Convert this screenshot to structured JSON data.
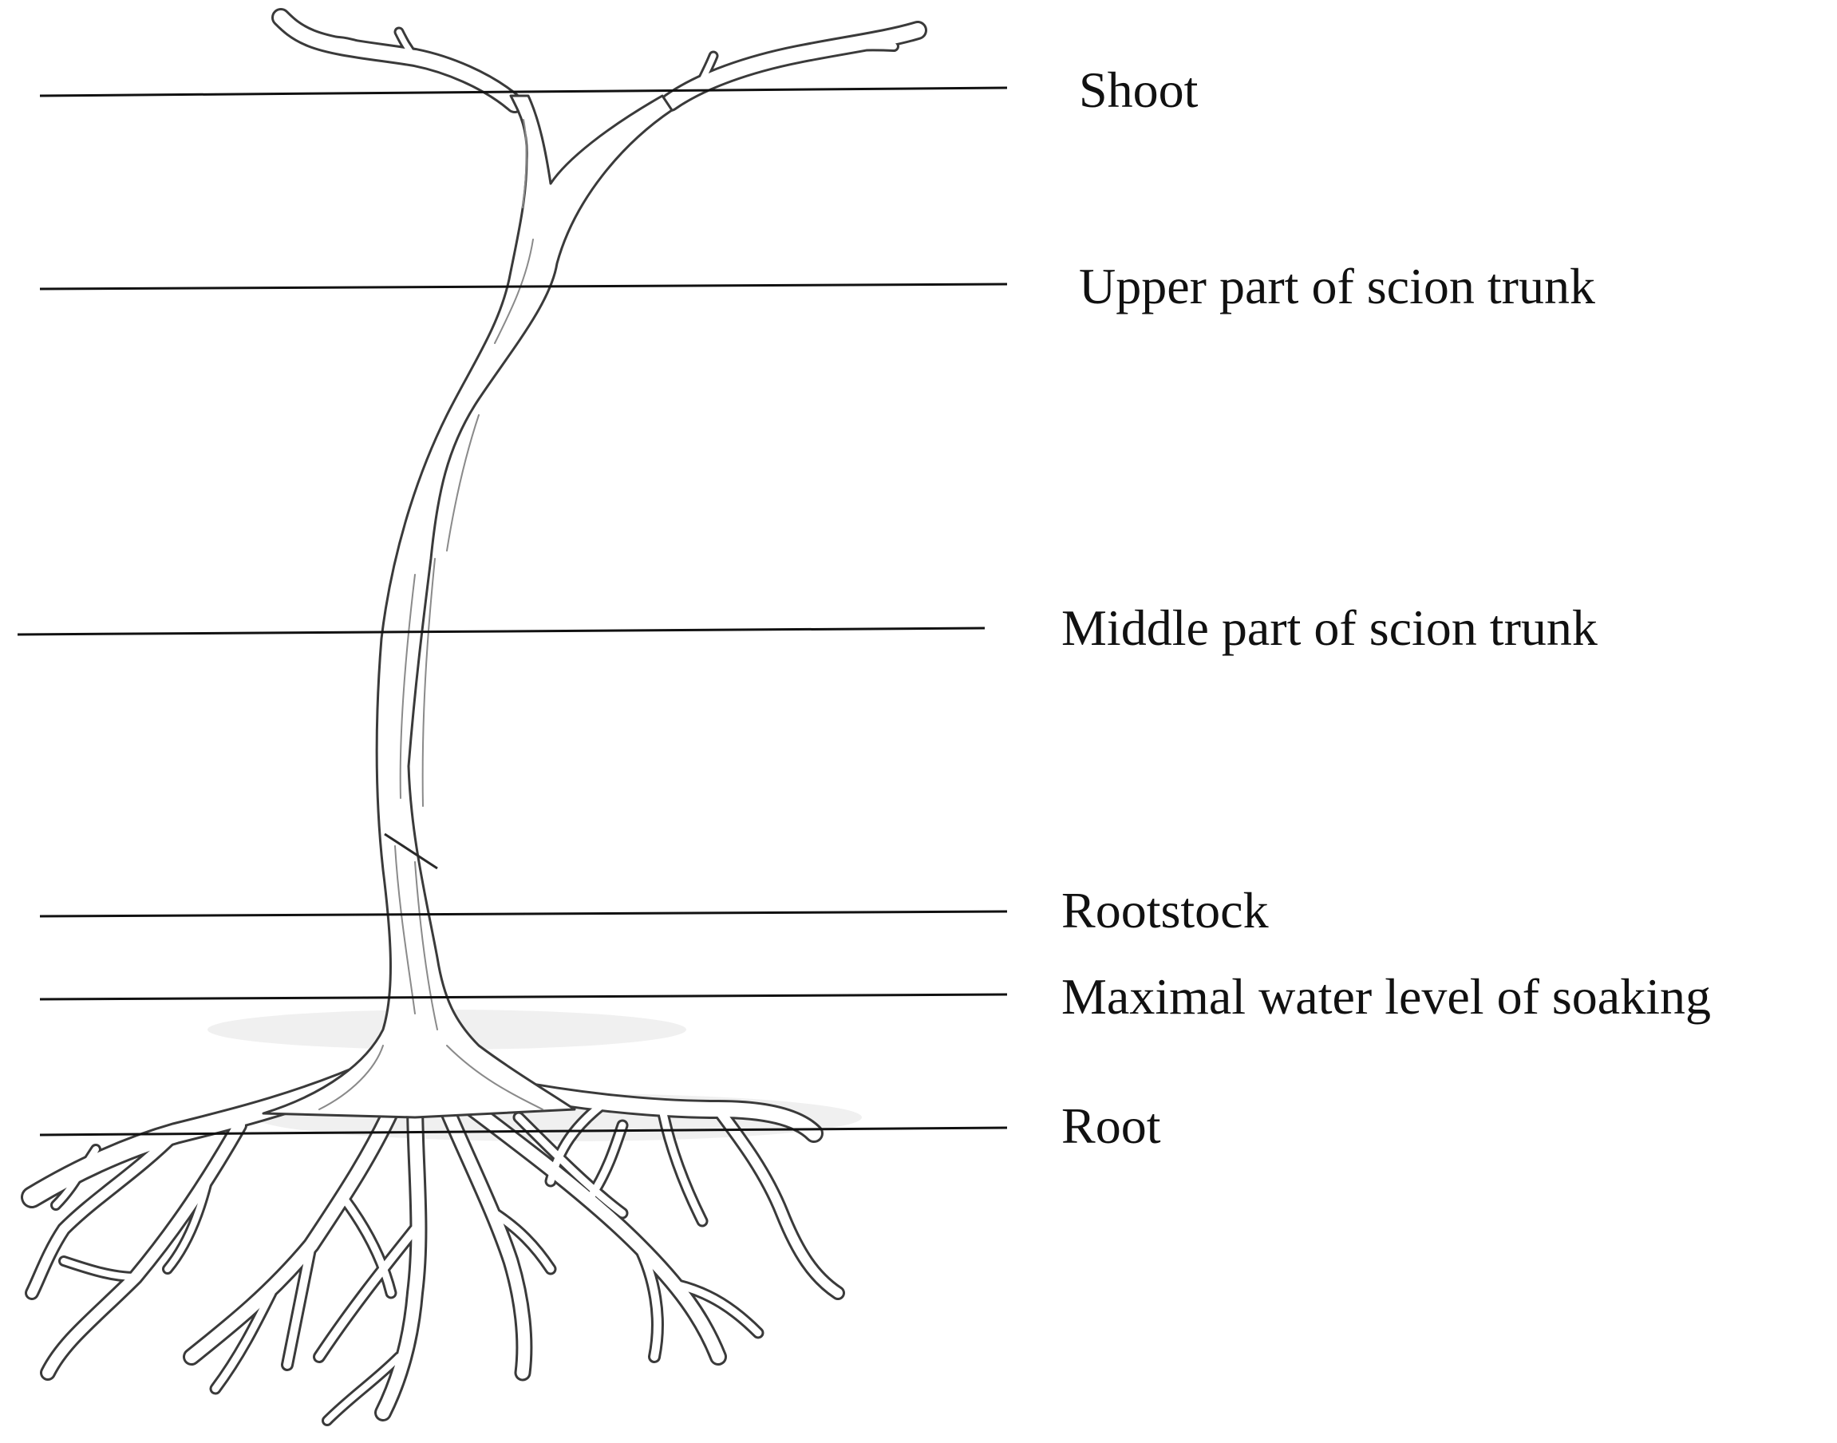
{
  "labels": {
    "shoot": "Shoot",
    "upper_trunk": "Upper part of scion trunk",
    "middle_trunk": "Middle part of scion trunk",
    "rootstock": "Rootstock",
    "water_level": "Maximal water level of soaking",
    "root": "Root"
  },
  "colors": {
    "line": "#111111",
    "text": "#111111",
    "outline": "#3a3a3a",
    "background": "#ffffff"
  }
}
